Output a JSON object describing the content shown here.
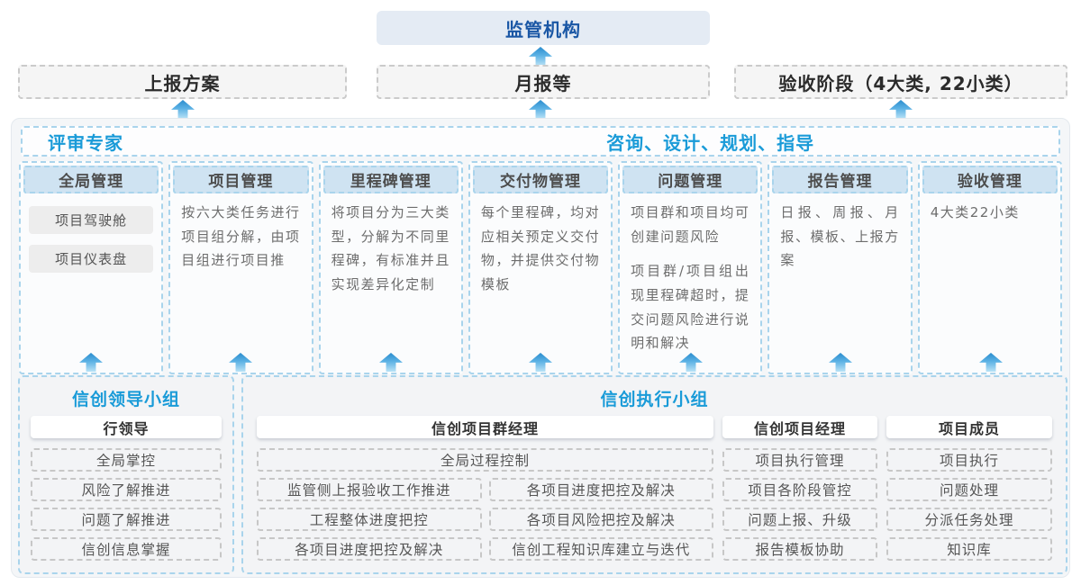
{
  "colors": {
    "accent_blue": "#1a9bd8",
    "dark_blue": "#1a57a5",
    "arrow_blue": "#2a8cce",
    "header_fill": "#cfe3f2",
    "dashed_blue": "#a9d4ec"
  },
  "top": {
    "regulator": "监管机构"
  },
  "report_row": [
    {
      "label": "上报方案"
    },
    {
      "label": "月报等"
    },
    {
      "label": "验收阶段（4大类, 22小类）"
    }
  ],
  "platform": {
    "left_title": "评审专家",
    "right_title": "咨询、设计、规划、指导",
    "columns": [
      {
        "title": "全局管理",
        "pills": [
          "项目驾驶舱",
          "项目仪表盘"
        ]
      },
      {
        "title": "项目管理",
        "paragraphs": [
          "按六大类任务进行项目组分解，由项目组进行项目推"
        ]
      },
      {
        "title": "里程碑管理",
        "paragraphs": [
          "将项目分为三大类型，分解为不同里程碑，有标准并且实现差异化定制"
        ]
      },
      {
        "title": "交付物管理",
        "paragraphs": [
          "每个里程碑，均对应相关预定义交付物，并提供交付物模板"
        ]
      },
      {
        "title": "问题管理",
        "paragraphs": [
          "项目群和项目均可创建问题风险",
          "项目群/项目组出现里程碑超时，提交问题风险进行说明和解决"
        ]
      },
      {
        "title": "报告管理",
        "paragraphs": [
          "日报、周报、月报、模板、上报方案"
        ]
      },
      {
        "title": "验收管理",
        "paragraphs": [
          "4大类22小类"
        ]
      }
    ]
  },
  "leader_group": {
    "title": "信创领导小组",
    "role": "行领导",
    "items": [
      "全局掌控",
      "风险了解推进",
      "问题了解推进",
      "信创信息掌握"
    ]
  },
  "exec_group": {
    "title": "信创执行小组",
    "program_manager": {
      "role": "信创项目群经理",
      "full_item": "全局过程控制",
      "grid_items": [
        "监管侧上报验收工作推进",
        "各项目进度把控及解决",
        "工程整体进度把控",
        "各项目风险把控及解决",
        "各项目进度把控及解决",
        "信创工程知识库建立与迭代"
      ]
    },
    "project_manager": {
      "role": "信创项目经理",
      "items": [
        "项目执行管理",
        "项目各阶段管控",
        "问题上报、升级",
        "报告模板协助"
      ]
    },
    "member": {
      "role": "项目成员",
      "items": [
        "项目执行",
        "问题处理",
        "分派任务处理",
        "知识库"
      ]
    }
  }
}
